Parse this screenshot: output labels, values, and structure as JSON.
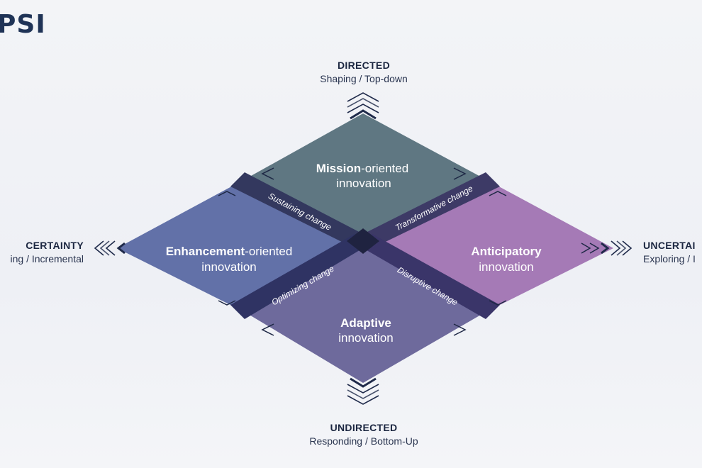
{
  "logo": {
    "text": "PSI"
  },
  "axes": {
    "top": {
      "title": "DIRECTED",
      "subtitle": "Shaping / Top-down"
    },
    "bottom": {
      "title": "UNDIRECTED",
      "subtitle": "Responding / Bottom-Up"
    },
    "left": {
      "title": "CERTAINTY",
      "subtitle": "ing / Incremental"
    },
    "right": {
      "title": "UNCERTAI",
      "subtitle": "Exploring / I"
    }
  },
  "quadrants": {
    "top": {
      "bold": "Mission",
      "rest": "-oriented",
      "line2": "innovation",
      "color": "#5f7782"
    },
    "left": {
      "bold": "Enhancement",
      "rest": "-oriented",
      "line2": "innovation",
      "color": "#6271a8"
    },
    "right": {
      "bold": "Anticipatory",
      "rest": "",
      "line2": "innovation",
      "color": "#a57ab6"
    },
    "bottom": {
      "bold": "Adaptive",
      "rest": "",
      "line2": "innovation",
      "color": "#6e6a9c"
    }
  },
  "bands": {
    "top_left": "Sustaining change",
    "top_right": "Transformative change",
    "bottom_left": "Optimizing change",
    "bottom_right": "Disruptive change"
  }
}
